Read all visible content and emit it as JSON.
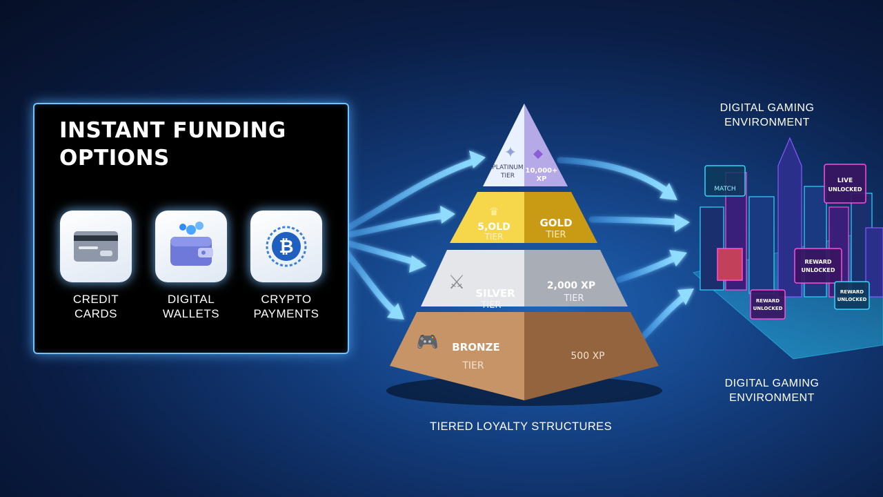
{
  "funding": {
    "title_line1": "INSTANT FUNDING",
    "title_line2": "OPTIONS",
    "options": [
      {
        "line1": "CREDIT",
        "line2": "CARDS",
        "icon": "credit-card-icon"
      },
      {
        "line1": "DIGITAL",
        "line2": "WALLETS",
        "icon": "wallet-icon"
      },
      {
        "line1": "CRYPTO",
        "line2": "PAYMENTS",
        "icon": "bitcoin-icon"
      }
    ]
  },
  "pyramid": {
    "caption": "TIERED LOYALTY STRUCTURES",
    "tiers": [
      {
        "name_line1": "PLATINUM",
        "name_line2": "TIER",
        "xp_line1": "10,000+",
        "xp_line2": "XP",
        "icon": "sparkle-icon",
        "icon2": "diamond-icon",
        "colors": [
          "#e9f1ff",
          "#b6a9e8"
        ]
      },
      {
        "name_line1": "5,OLD",
        "name_line2": "TIER",
        "xp_line1": "GOLD",
        "xp_line2": "TIER",
        "icon": "crown-icon",
        "colors": [
          "#f6d64b",
          "#c99a14"
        ]
      },
      {
        "name_line1": "SILVER",
        "name_line2": "TIER",
        "xp_line1": "2,000 XP",
        "xp_line2": "TIER",
        "icon": "sword-shield-icon",
        "colors": [
          "#e4e6ea",
          "#a9adb5"
        ]
      },
      {
        "name_line1": "BRONZE",
        "name_line2": "TIER",
        "xp_line1": "500 XP",
        "xp_line2": "",
        "icon": "gamepad-icon",
        "colors": [
          "#c69466",
          "#93643d"
        ]
      }
    ]
  },
  "environment": {
    "heading_top_line1": "DIGITAL GAMING",
    "heading_top_line2": "ENVIRONMENT",
    "heading_bottom_line1": "DIGITAL GAMING",
    "heading_bottom_line2": "ENVIRONMENT",
    "screens": [
      {
        "line1": "MATCH",
        "line2": ""
      },
      {
        "line1": "LIVE",
        "line2": "UNLOCKED"
      },
      {
        "line1": "REWARD",
        "line2": "UNLOCKED"
      },
      {
        "line1": "REWARD",
        "line2": "UNLOCKED"
      },
      {
        "line1": "REWARD",
        "line2": "UNLOCKED"
      }
    ],
    "neon_colors": [
      "#2fd8ff",
      "#ff4fd8",
      "#8a5bff"
    ]
  }
}
